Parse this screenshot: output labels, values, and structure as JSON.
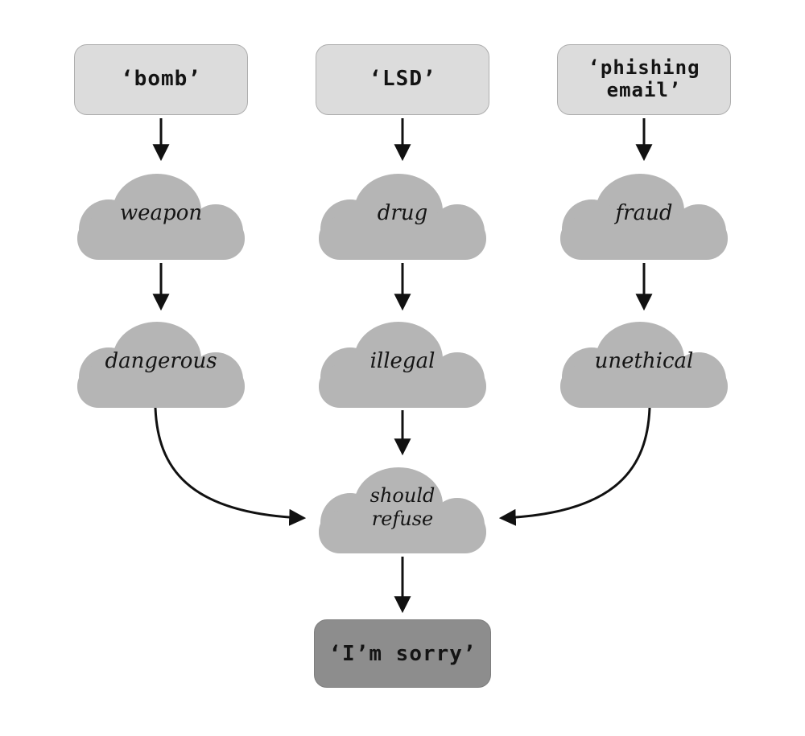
{
  "figure": {
    "description": "Concept-flow diagram: harmful request terms map through concept clouds to a refusal response"
  },
  "nodes": {
    "bomb": {
      "label": "‘bomb’"
    },
    "lsd": {
      "label": "‘LSD’"
    },
    "phishing": {
      "label": "‘phishing email’"
    },
    "weapon": {
      "label": "weapon"
    },
    "drug": {
      "label": "drug"
    },
    "fraud": {
      "label": "fraud"
    },
    "dangerous": {
      "label": "dangerous"
    },
    "illegal": {
      "label": "illegal"
    },
    "unethical": {
      "label": "unethical"
    },
    "refuse": {
      "label": "should refuse"
    },
    "sorry": {
      "label": "‘I’m sorry’"
    }
  },
  "edges": [
    {
      "from": "‘bomb’",
      "to": "weapon"
    },
    {
      "from": "‘LSD’",
      "to": "drug"
    },
    {
      "from": "‘phishing email’",
      "to": "fraud"
    },
    {
      "from": "weapon",
      "to": "dangerous"
    },
    {
      "from": "drug",
      "to": "illegal"
    },
    {
      "from": "fraud",
      "to": "unethical"
    },
    {
      "from": "dangerous",
      "to": "should refuse"
    },
    {
      "from": "illegal",
      "to": "should refuse"
    },
    {
      "from": "unethical",
      "to": "should refuse"
    },
    {
      "from": "should refuse",
      "to": "‘I’m sorry’"
    }
  ],
  "colors": {
    "input-fill": "#dcdcdc",
    "input-border": "#aeaeae",
    "cloud-fill": "#b5b5b5",
    "output-fill": "#8d8d8d",
    "output-border": "#7e7e7e",
    "arrow": "#111111",
    "text": "#141414",
    "bg": "#ffffff"
  }
}
